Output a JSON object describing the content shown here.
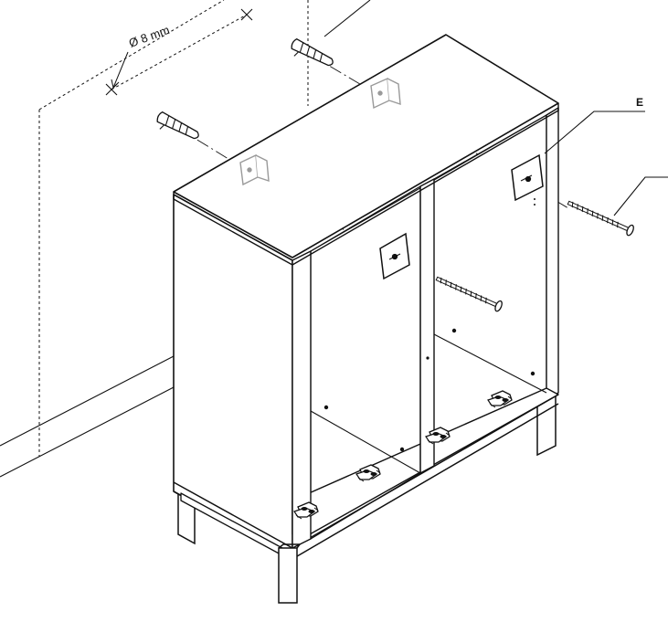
{
  "diagram": {
    "part_label": "E",
    "drill_label": "Ø 8 mm",
    "colors": {
      "line": "#111111",
      "ghost": "#9a9a9a",
      "background": "#ffffff"
    },
    "icons": [
      "wall-plug",
      "screw",
      "wall-bracket",
      "cabinet-bracket",
      "hinge-plate"
    ]
  }
}
